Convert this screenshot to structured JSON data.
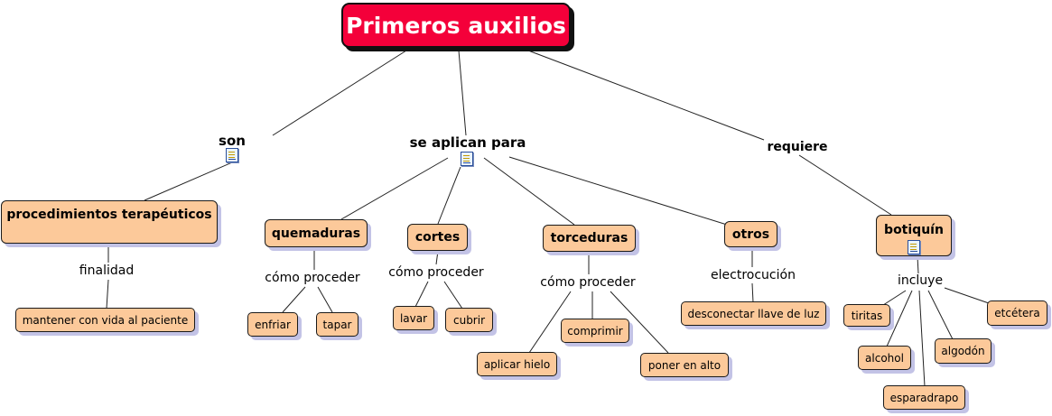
{
  "root": {
    "label": "Primeros auxilios"
  },
  "links": {
    "son": "son",
    "se_aplican_para": "se aplican para",
    "requiere": "requiere"
  },
  "concepts": {
    "procedimientos": "procedimientos terapéuticos",
    "quemaduras": "quemaduras",
    "cortes": "cortes",
    "torceduras": "torceduras",
    "otros": "otros",
    "botiquin": "botiquín"
  },
  "sublinks": {
    "finalidad": "finalidad",
    "como_proceder_quemaduras": "cómo proceder",
    "como_proceder_cortes": "cómo proceder",
    "como_proceder_torceduras": "cómo proceder",
    "electrocucion": "electrocución",
    "incluye": "incluye"
  },
  "leaves": {
    "mantener": "mantener con vida al paciente",
    "enfriar": "enfriar",
    "tapar": "tapar",
    "lavar": "lavar",
    "cubrir": "cubrir",
    "comprimir": "comprimir",
    "aplicar_hielo": "aplicar hielo",
    "poner_en_alto": "poner en alto",
    "desconectar": "desconectar llave de luz",
    "tiritas": "tiritas",
    "alcohol": "alcohol",
    "esparadrapo": "esparadrapo",
    "algodon": "algodón",
    "etcetera": "etcétera"
  },
  "icons": {
    "resource_icon": "document-icon"
  }
}
